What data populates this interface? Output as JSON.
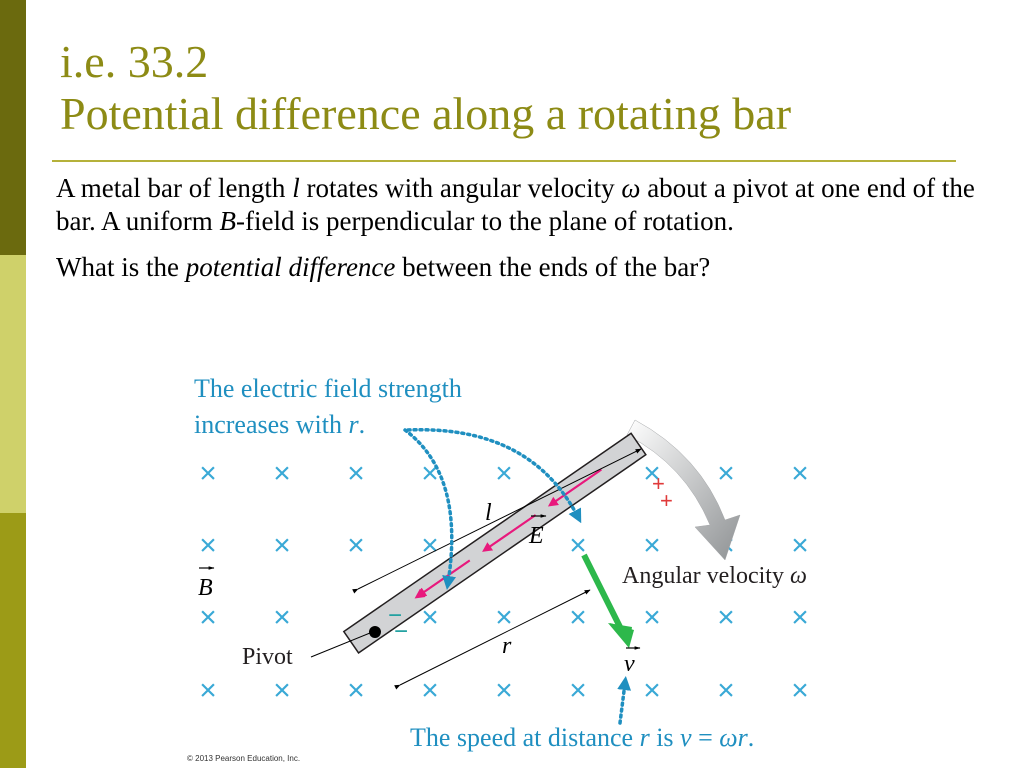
{
  "slide": {
    "title_line1": "i.e. 33.2",
    "title_line2": "Potential difference along a rotating bar",
    "para1": [
      {
        "t": "A metal bar of length ",
        "i": false
      },
      {
        "t": "l",
        "i": true
      },
      {
        "t": " rotates with angular velocity ",
        "i": false
      },
      {
        "t": "ω",
        "i": true
      },
      {
        "t": " about a pivot at one end of the bar.  A uniform ",
        "i": false
      },
      {
        "t": "B",
        "i": true
      },
      {
        "t": "-field is perpendicular to the plane of rotation.",
        "i": false
      }
    ],
    "para2": [
      {
        "t": "What is the ",
        "i": false
      },
      {
        "t": "potential difference",
        "i": true
      },
      {
        "t": " between the ends of the bar?",
        "i": false
      }
    ]
  },
  "figure": {
    "caption_top_line1": "The electric field strength",
    "caption_top_line2_a": "increases with ",
    "caption_top_line2_b": "r",
    "caption_top_line2_c": ".",
    "label_l": "l",
    "label_E": "E",
    "label_B": "B",
    "label_r": "r",
    "label_v": "v",
    "label_pivot": "Pivot",
    "label_angular_a": "Angular velocity ",
    "label_angular_b": "ω",
    "charge_plus": "+",
    "charge_minus": "−",
    "cross_symbol": "×",
    "caption_bottom_a": "The speed at distance ",
    "caption_bottom_b": "r",
    "caption_bottom_c": " is ",
    "caption_bottom_d": "v",
    "caption_bottom_e": " = ",
    "caption_bottom_f": "ωr",
    "caption_bottom_g": ".",
    "copyright": "© 2013 Pearson Education, Inc.",
    "colors": {
      "cyan": "#1f8fc0",
      "cross": "#3aa9d6",
      "magenta": "#e8197d",
      "green": "#2db84b",
      "bar_fill": "#d2d3d5",
      "plus_red": "#e03a3a"
    }
  }
}
